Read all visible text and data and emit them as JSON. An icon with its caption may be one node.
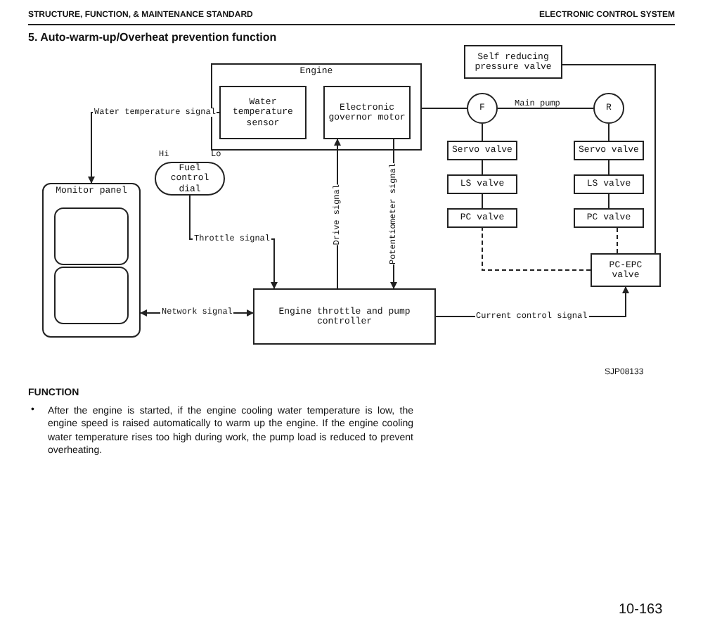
{
  "diagram": {
    "title": "5. Auto-warm-up/Overheat prevention function",
    "nodes": [
      {
        "text": [
          "Engine"
        ]
      },
      {
        "text": [
          "Water temperature sensor"
        ],
        "in": 0
      },
      {
        "text": [
          "Electronic governor motor"
        ],
        "in": 0
      },
      {
        "text": [
          "Fuel control dial"
        ]
      },
      {
        "text": [
          "Monitor panel"
        ]
      },
      {
        "text": [
          "Engine throttle and pump controller"
        ]
      },
      {
        "text": [
          "Self reducing pressure valve"
        ]
      },
      {
        "text": [
          "F"
        ]
      },
      {
        "text": [
          "R"
        ]
      },
      {
        "text": [
          "Servo valve"
        ]
      },
      {
        "text": [
          "LS valve"
        ]
      },
      {
        "text": [
          "PC valve"
        ]
      },
      {
        "text": [
          "Servo valve"
        ]
      },
      {
        "text": [
          "LS valve"
        ]
      },
      {
        "text": [
          "PC valve"
        ]
      },
      {
        "text": [
          "PC-EPC valve"
        ]
      }
    ],
    "edges": [
      {
        "from": 1,
        "to": 4,
        "arrow": "to",
        "label": "Water temperature signal"
      },
      {
        "from": 4,
        "to": 5,
        "arrow": "both",
        "label": "Network signal"
      },
      {
        "from": 3,
        "to": 5,
        "arrow": "to",
        "label": "Throttle signal"
      },
      {
        "from": 5,
        "to": 2,
        "arrow": "to",
        "label": "Drive signal"
      },
      {
        "from": 2,
        "to": 5,
        "arrow": "to",
        "label": "Potentiometer signal"
      },
      {
        "from": 5,
        "to": 15,
        "arrow": "to",
        "label": "Current control signal"
      },
      {
        "from": 6,
        "to": 15,
        "arrow": "none"
      },
      {
        "from": 15,
        "to": 11,
        "arrow": "none",
        "style": "dashed"
      },
      {
        "from": 15,
        "to": 14,
        "arrow": "none",
        "style": "dashed"
      },
      {
        "from": 0,
        "to": 7,
        "arrow": "none"
      },
      {
        "from": 7,
        "to": 8,
        "arrow": "none"
      },
      {
        "from": 7,
        "to": 9,
        "arrow": "none"
      },
      {
        "from": 9,
        "to": 10,
        "arrow": "none"
      },
      {
        "from": 10,
        "to": 11,
        "arrow": "none"
      },
      {
        "from": 8,
        "to": 12,
        "arrow": "none"
      },
      {
        "from": 12,
        "to": 13,
        "arrow": "none"
      },
      {
        "from": 13,
        "to": 14,
        "arrow": "none"
      }
    ],
    "labels": [
      "STRUCTURE, FUNCTION, & MAINTENANCE STANDARD",
      "ELECTRONIC CONTROL SYSTEM",
      "Hi",
      "Lo",
      "Main pump",
      "SJP08133",
      "FUNCTION",
      "•",
      "After the engine is started, if the engine cooling water temperature is low, the engine speed is raised automatically to warm up the engine. If the engine cooling water temperature rises too high during work, the pump load is reduced to prevent overheating.",
      "10-163"
    ]
  }
}
